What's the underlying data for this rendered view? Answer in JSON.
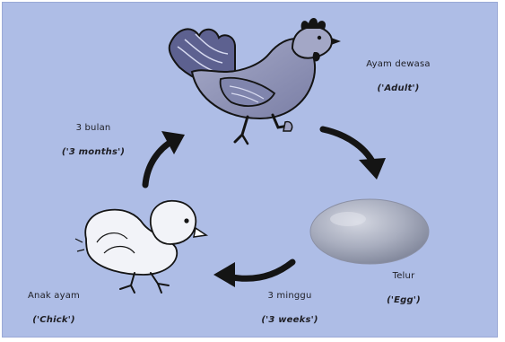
{
  "diagram": {
    "stages": {
      "adult": {
        "label": "Ayam dewasa",
        "translation": "('Adult')"
      },
      "egg": {
        "label": "Telur",
        "translation": "('Egg')"
      },
      "chick": {
        "label": "Anak ayam",
        "translation": "('Chick')"
      }
    },
    "transitions": {
      "adult_to_egg": "",
      "egg_to_chick": {
        "label": "3 minggu",
        "translation": "('3 weeks')"
      },
      "chick_to_adult": {
        "label": "3 bulan",
        "translation": "('3 months')"
      }
    },
    "colors": {
      "background": "#aebde6",
      "arrow": "#141414",
      "hen_body": "#8f93b8",
      "egg": "#a9aebf"
    },
    "icons": [
      "hen-icon",
      "egg-icon",
      "chick-icon",
      "cycle-arrow-icon"
    ]
  }
}
